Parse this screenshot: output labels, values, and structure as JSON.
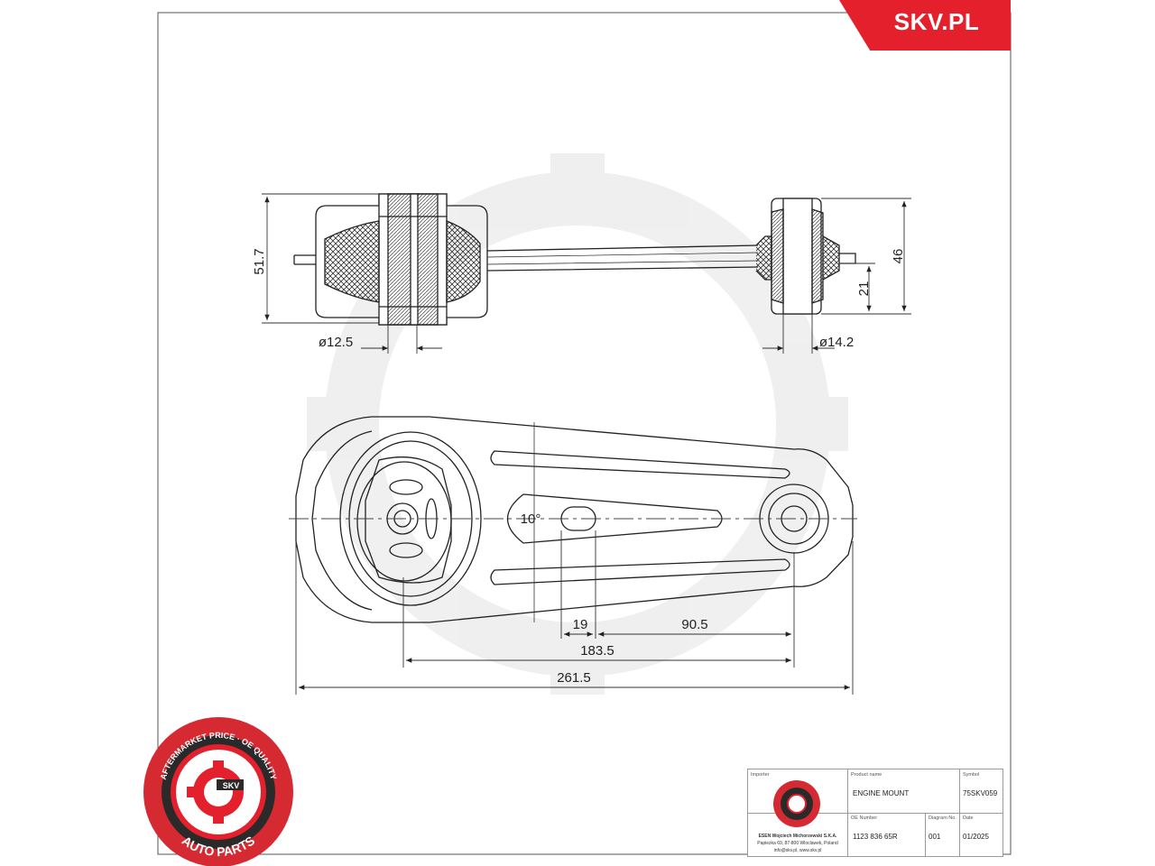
{
  "brand": {
    "name": "SKV.PL",
    "color": "#e3202b"
  },
  "badge": {
    "ring_text_top": "AFTERMARKET PRICE · OE QUALITY",
    "ring_text_bottom": "AUTO PARTS",
    "center_text": "SKV",
    "ring_color": "#e3202b"
  },
  "dimensions": {
    "side_height": "51.7",
    "left_bore": "ø12.5",
    "right_bore": "ø14.2",
    "right_height": "46",
    "right_offset": "21",
    "angle": "10°",
    "d19": "19",
    "d90_5": "90.5",
    "d183_5": "183.5",
    "d261_5": "261.5"
  },
  "titleblock": {
    "importer_label": "Importer",
    "product_label": "Product name",
    "symbol_label": "Symbol",
    "product_name": "ENGINE MOUNT",
    "symbol": "75SKV059",
    "oe_label": "OE Number",
    "oe_number": "1123 836 65R",
    "diagram_label": "Diagram No.",
    "diagram_no": "001",
    "date_label": "Date",
    "date": "01/2025",
    "importer_name": "ESEN Wojciech Michorzewski S.K.A.",
    "importer_address": "Papiezka 69, 87-800 Wloclawek, Poland",
    "importer_contact": "info@skv.pl, www.skv.pl"
  }
}
